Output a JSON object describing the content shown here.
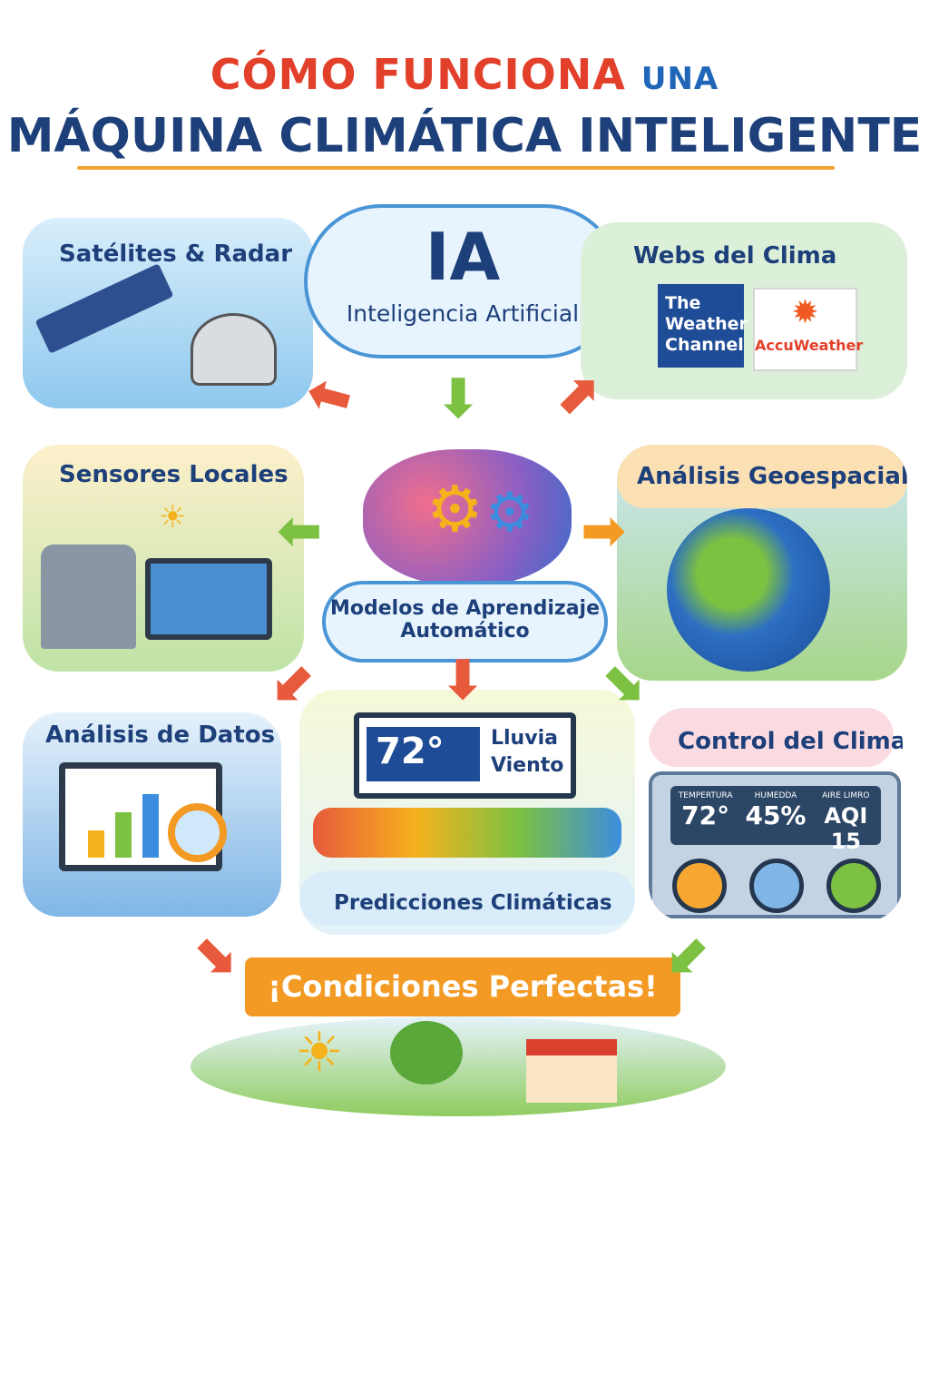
{
  "title": {
    "line1_main": "CÓMO FUNCIONA",
    "line1_small": "UNA",
    "line2": "MÁQUINA CLIMÁTICA INTELIGENTE"
  },
  "center": {
    "ia": "IA",
    "ia_sub": "Inteligencia Artificial",
    "models": "Modelos de Aprendizaje",
    "models2": "Automático"
  },
  "panels": {
    "satellites": "Satélites & Radar",
    "webs": "Webs del Clima",
    "twc": "The Weather Channel",
    "accu": "AccuWeather",
    "sensors": "Sensores Locales",
    "geo": "Análisis Geoespacial",
    "data": "Análisis de Datos",
    "control": "Control del Clima",
    "predictions": "Predicciones Climáticas"
  },
  "forecast": {
    "temp": "72°",
    "rain": "Lluvia",
    "wind": "Viento"
  },
  "thermostat": {
    "labels": [
      "TEMPERTURA",
      "HUMEDDA",
      "AIRE LIMRO"
    ],
    "values": [
      "72°",
      "45%",
      "AQI 15"
    ]
  },
  "result": "¡Condiciones Perfectas!",
  "colors": {
    "navy": "#1d3f7a",
    "red": "#e2402a",
    "orange": "#f2a431",
    "green": "#7cc142",
    "sky": "#4a95d6"
  }
}
